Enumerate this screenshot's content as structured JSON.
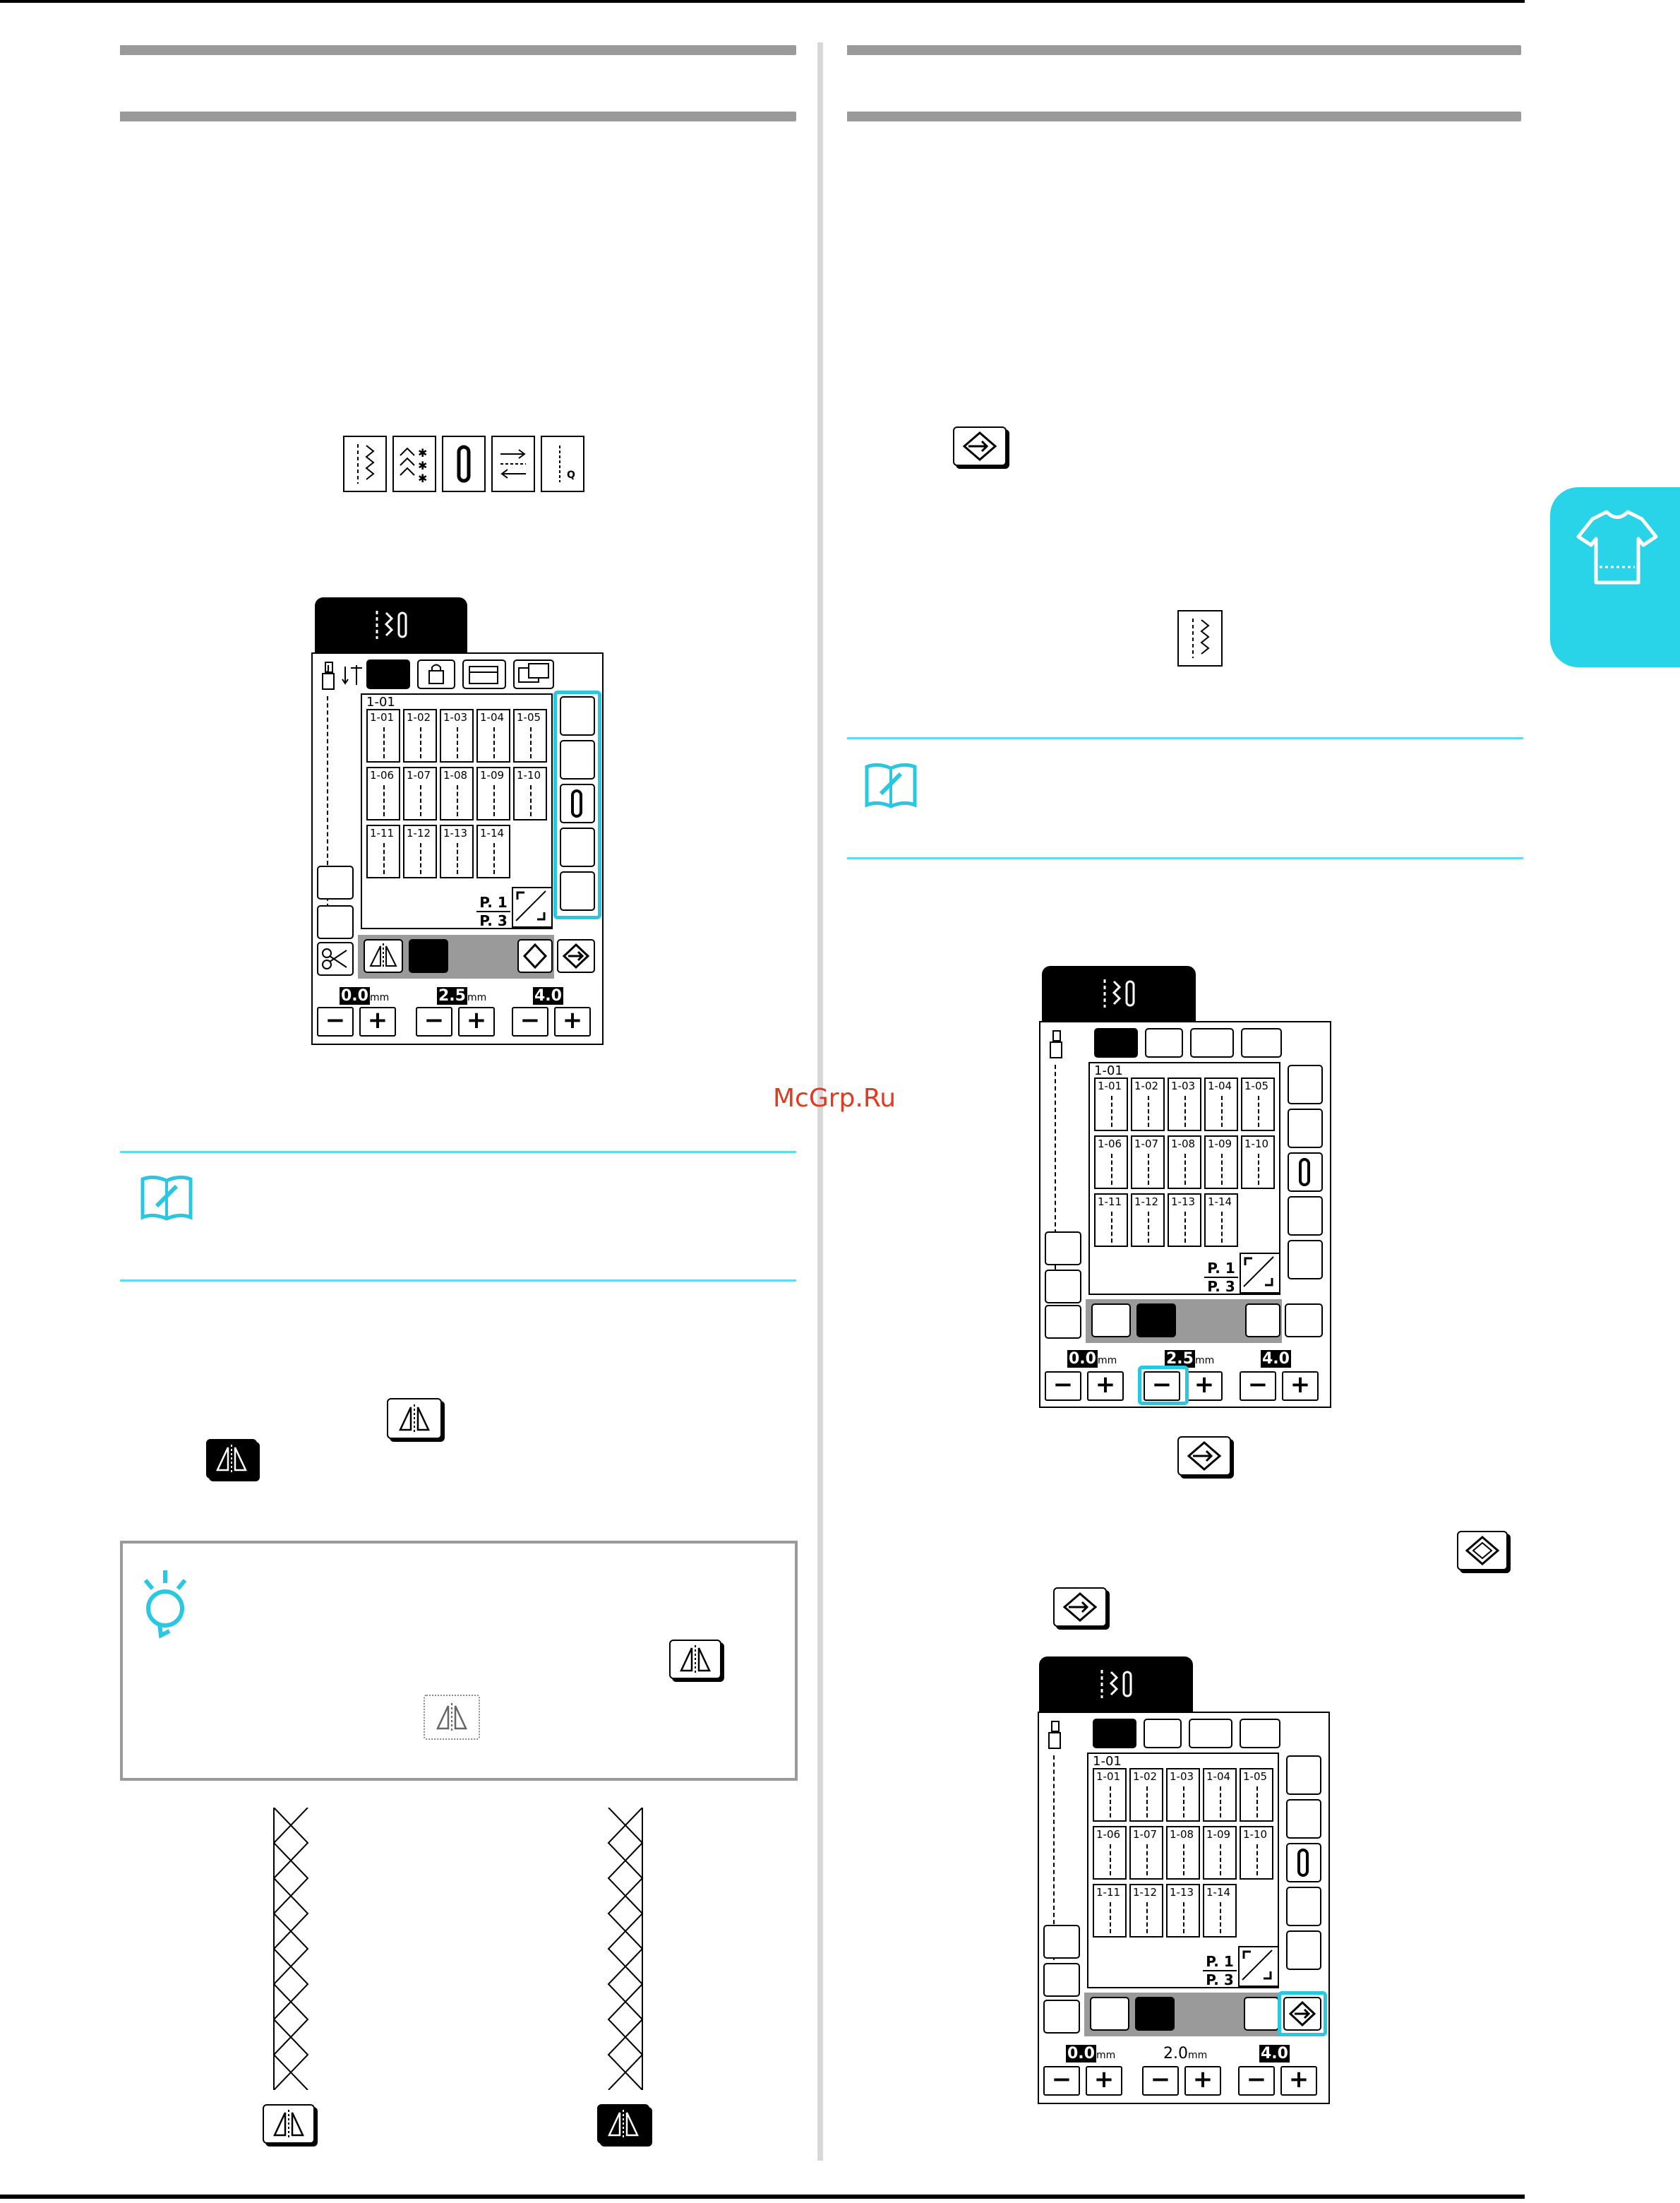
{
  "watermark": "McGrp.Ru",
  "screen": {
    "tab_icon": "stitch-presser-icon",
    "stitch_group": "1-01",
    "cells_row1": [
      "1-01",
      "1-02",
      "1-03",
      "1-04",
      "1-05"
    ],
    "cells_row2": [
      "1-06",
      "1-07",
      "1-08",
      "1-09",
      "1-10"
    ],
    "cells_row3": [
      "1-11",
      "1-12",
      "1-13",
      "1-14"
    ],
    "page_num": "P. 1",
    "page_den": "P. 3",
    "unit": "mm",
    "minus": "−",
    "plus": "+"
  },
  "screen1": {
    "width": "0.0",
    "length": "2.5",
    "tension": "4.0"
  },
  "screen2": {
    "width": "0.0",
    "length": "2.5",
    "tension": "4.0"
  },
  "screen3": {
    "width": "0.0",
    "length": "2.0",
    "tension": "4.0"
  },
  "colors": {
    "accent": "#29c8e0",
    "side_tab": "#29d3e8",
    "watermark": "#e03a20"
  }
}
